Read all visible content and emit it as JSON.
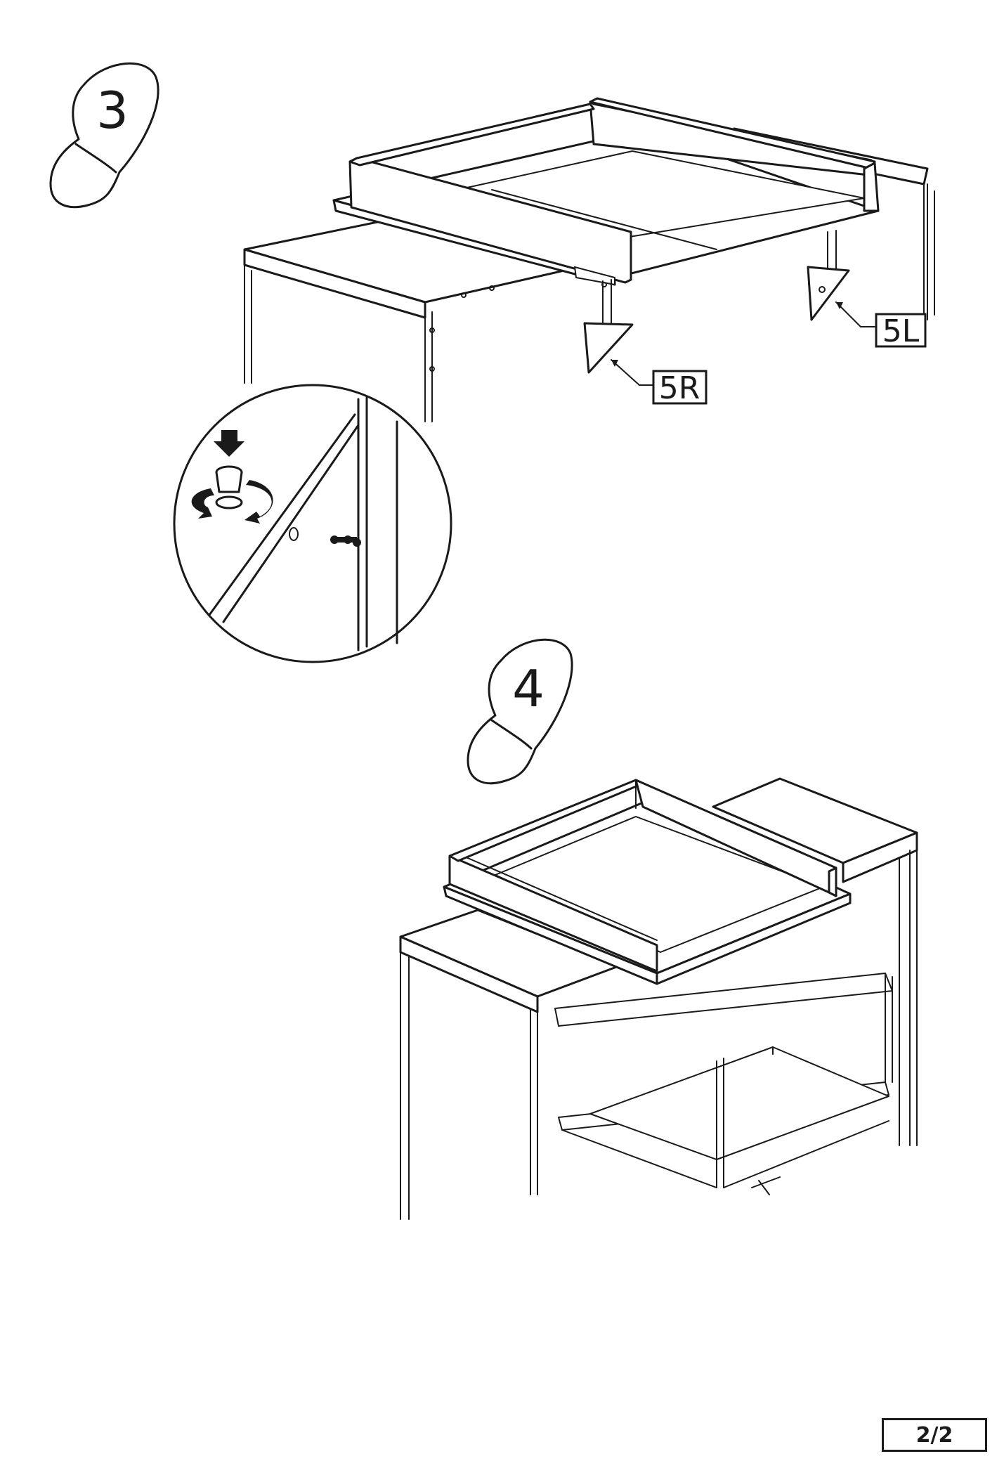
{
  "steps": [
    {
      "number": "3"
    },
    {
      "number": "4"
    }
  ],
  "part_labels": {
    "left_bracket": "5L",
    "right_bracket": "5R"
  },
  "page_number": "2/2"
}
